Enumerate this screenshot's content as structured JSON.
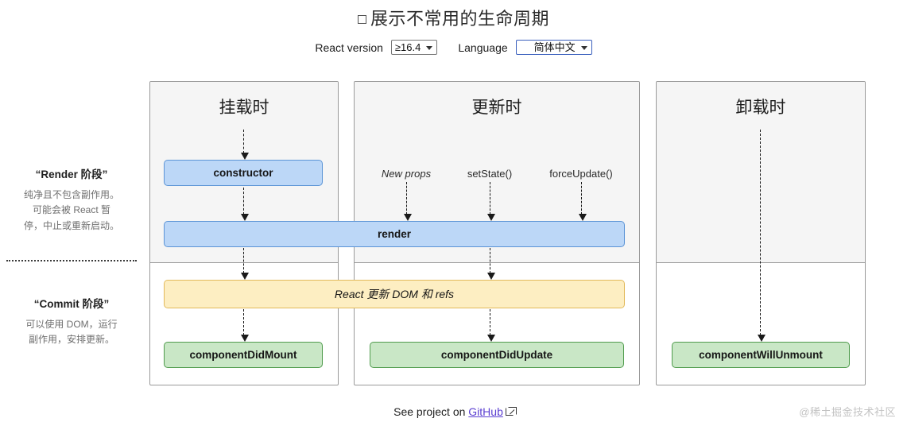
{
  "header": {
    "title": "展示不常用的生命周期",
    "title_checkbox": "unchecked-box",
    "react_version_label": "React version",
    "react_version_value": "≥16.4",
    "language_label": "Language",
    "language_value": "简体中文",
    "language_icon": "globe-icon"
  },
  "legend": {
    "render_phase": {
      "title": "“Render 阶段”",
      "line1": "纯净且不包含副作用。",
      "line2": "可能会被 React 暂",
      "line3": "停，中止或重新启动。"
    },
    "commit_phase": {
      "title": "“Commit 阶段”",
      "line1": "可以使用 DOM，运行",
      "line2": "副作用，安排更新。"
    }
  },
  "panels": [
    {
      "id": "mount",
      "title": "挂载时"
    },
    {
      "id": "update",
      "title": "更新时"
    },
    {
      "id": "unmount",
      "title": "卸载时"
    }
  ],
  "triggers": [
    {
      "label": "New props",
      "style": "italic"
    },
    {
      "label": "setState()",
      "style": "normal"
    },
    {
      "label": "forceUpdate()",
      "style": "normal"
    }
  ],
  "nodes": {
    "constructor": "constructor",
    "render": "render",
    "commit_dom": "React 更新 DOM 和 refs",
    "component_did_mount": "componentDidMount",
    "component_did_update": "componentDidUpdate",
    "component_will_unmount": "componentWillUnmount"
  },
  "footer": {
    "text_prefix": "See project on",
    "link_label": "GitHub",
    "link_icon": "external-link-icon",
    "watermark": "@稀土掘金技术社区"
  },
  "colors": {
    "render_phase_bg": "#f5f5f5",
    "node_blue_bg": "#bcd7f7",
    "node_blue_border": "#5b94d6",
    "node_yellow_bg": "#fdeec2",
    "node_yellow_border": "#e2b95a",
    "node_green_bg": "#c9e7c6",
    "node_green_border": "#4f9b4c",
    "link": "#5b3fd1",
    "panel_border": "#9a9a9a"
  }
}
